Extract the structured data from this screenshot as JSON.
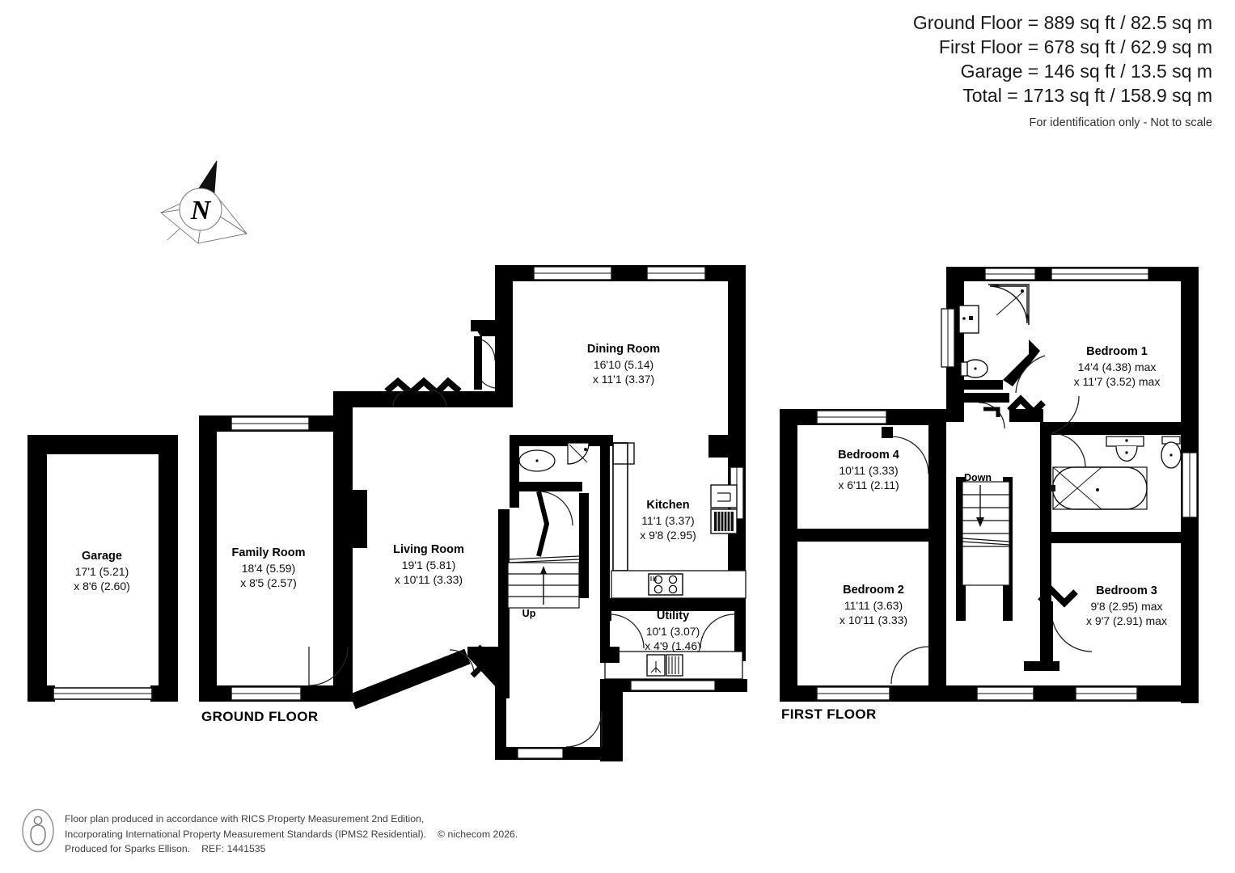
{
  "area_summary": {
    "lines": [
      "Ground Floor = 889 sq ft / 82.5 sq m",
      "First Floor = 678 sq ft / 62.9 sq m",
      "Garage = 146 sq ft / 13.5 sq m",
      "Total = 1713 sq ft / 158.9 sq m"
    ],
    "disclaimer": "For identification only - Not to scale"
  },
  "compass": {
    "label": "N"
  },
  "floors": [
    {
      "id": "ground",
      "title": "GROUND FLOOR"
    },
    {
      "id": "first",
      "title": "FIRST FLOOR"
    }
  ],
  "rooms": {
    "ground": [
      {
        "name": "Garage",
        "dim1": "17'1 (5.21)",
        "dim2": "x 8'6 (2.60)"
      },
      {
        "name": "Family Room",
        "dim1": "18'4 (5.59)",
        "dim2": "x 8'5 (2.57)"
      },
      {
        "name": "Living Room",
        "dim1": "19'1 (5.81)",
        "dim2": "x 10'11 (3.33)"
      },
      {
        "name": "Dining Room",
        "dim1": "16'10 (5.14)",
        "dim2": "x 11'1 (3.37)"
      },
      {
        "name": "Kitchen",
        "dim1": "11'1 (3.37)",
        "dim2": "x 9'8 (2.95)"
      },
      {
        "name": "Utility",
        "dim1": "10'1 (3.07)",
        "dim2": "x 4'9 (1.46)"
      }
    ],
    "first": [
      {
        "name": "Bedroom 1",
        "dim1": "14'4 (4.38) max",
        "dim2": "x 11'7 (3.52) max"
      },
      {
        "name": "Bedroom 4",
        "dim1": "10'11 (3.33)",
        "dim2": "x 6'11 (2.11)"
      },
      {
        "name": "Bedroom 2",
        "dim1": "11'11 (3.63)",
        "dim2": "x 10'11 (3.33)"
      },
      {
        "name": "Bedroom 3",
        "dim1": "9'8 (2.95) max",
        "dim2": "x 9'7 (2.91) max"
      }
    ]
  },
  "stairs": [
    {
      "id": "ground-up",
      "label": "Up"
    },
    {
      "id": "first-down",
      "label": "Down"
    }
  ],
  "footer": {
    "line1": "Floor plan produced in accordance with RICS Property Measurement 2nd Edition,",
    "line2a": "Incorporating International Property Measurement Standards (IPMS2 Residential).",
    "line2b": "© nichecom 2026.",
    "line3a": "Produced for Sparks Ellison.",
    "line3b": "REF: 1441535"
  },
  "colors": {
    "wall": "#000000",
    "background": "#ffffff",
    "fixture_line": "#1a1a1a",
    "text": "#000000"
  }
}
